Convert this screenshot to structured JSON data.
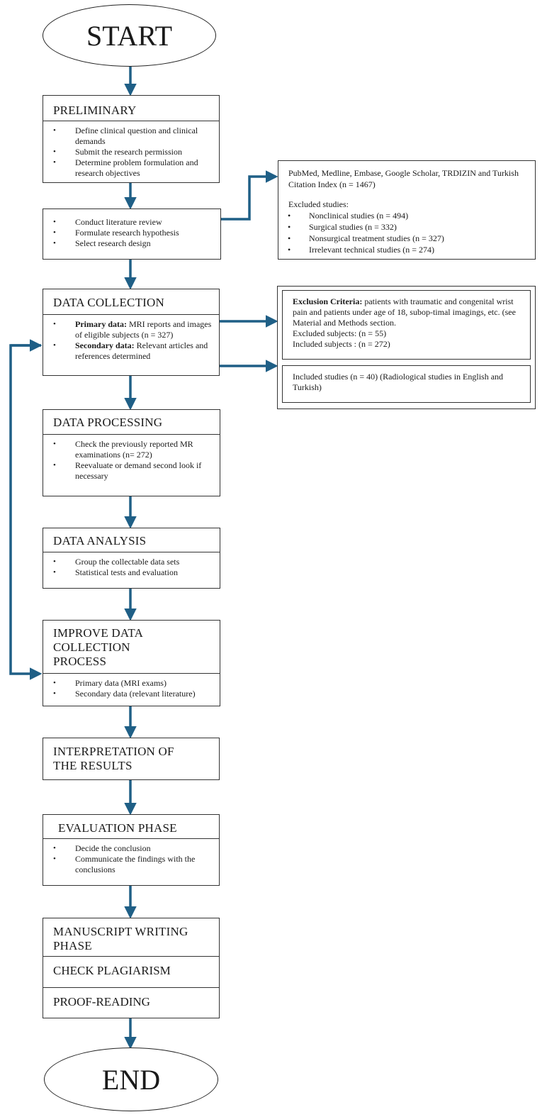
{
  "start": "START",
  "end": "END",
  "preliminary": {
    "title": "PRELIMINARY",
    "items": [
      "Define clinical question and clinical demands",
      "Submit the research permission",
      "Determine problem formulation and research objectives"
    ]
  },
  "literature": {
    "items": [
      "Conduct literature review",
      "Formulate research hypothesis",
      "Select research design"
    ]
  },
  "search_results": {
    "sources": "PubMed, Medline, Embase, Google Scholar, TRDIZIN and Turkish Citation Index (n = 1467)",
    "excluded_heading": "Excluded studies:",
    "excluded": [
      "Nonclinical studies (n = 494)",
      "Surgical studies (n = 332)",
      "Nonsurgical treatment studies (n = 327)",
      "Irrelevant technical studies (n = 274)"
    ]
  },
  "data_collection": {
    "title": "DATA COLLECTION",
    "primary_label": "Primary data:",
    "primary_text": " MRI reports and images of eligible subjects (n = 327)",
    "secondary_label": "Secondary data:",
    "secondary_text": " Relevant articles and  references determined"
  },
  "exclusion": {
    "label": "Exclusion Criteria:",
    "text": " patients with traumatic and congenital wrist pain and patients under age of 18, subop-timal imagings, etc. (see Material and Methods section.",
    "excluded_subjects": "Excluded subjects: (n = 55)",
    "included_subjects": "Included subjects : (n = 272)"
  },
  "included_studies": "Included studies (n = 40) (Radiological studies in English and Turkish)",
  "data_processing": {
    "title": "DATA PROCESSING",
    "items": [
      "Check the previously reported MR examinations (n= 272)",
      "Reevaluate or demand second look if necessary"
    ]
  },
  "data_analysis": {
    "title": "DATA ANALYSIS",
    "items": [
      "Group the collectable data sets",
      "Statistical tests and  evaluation"
    ]
  },
  "improve": {
    "title": "IMPROVE DATA COLLECTION PROCESS",
    "items": [
      "Primary data (MRI exams)",
      "Secondary data (relevant literature)"
    ]
  },
  "interpretation": {
    "title": "INTERPRETATION OF THE RESULTS"
  },
  "evaluation": {
    "title": "EVALUATION PHASE",
    "items": [
      "Decide the conclusion",
      "Communicate the findings with the conclusions"
    ]
  },
  "manuscript": {
    "title": "MANUSCRIPT WRITING PHASE",
    "plagiarism": "CHECK PLAGIARISM",
    "proofreading": "PROOF-READING"
  },
  "colors": {
    "arrow": "#1f5f86",
    "border": "#333333"
  }
}
